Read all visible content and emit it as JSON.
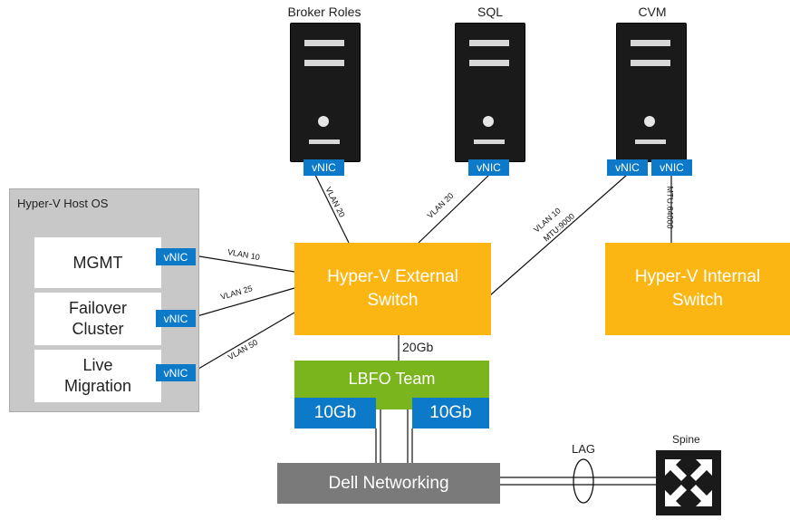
{
  "servers": [
    {
      "name": "Broker Roles",
      "vnics": [
        "vNIC"
      ]
    },
    {
      "name": "SQL",
      "vnics": [
        "vNIC"
      ]
    },
    {
      "name": "CVM",
      "vnics": [
        "vNIC",
        "vNIC"
      ]
    }
  ],
  "host": {
    "title": "Hyper-V Host OS",
    "items": [
      {
        "label": "MGMT",
        "vnic": "vNIC"
      },
      {
        "label": "Failover\nCluster",
        "vnic": "vNIC"
      },
      {
        "label": "Live\nMigration",
        "vnic": "vNIC"
      }
    ]
  },
  "switches": {
    "external": "Hyper-V External\nSwitch",
    "internal": "Hyper-V Internal\nSwitch"
  },
  "team": {
    "label": "LBFO Team",
    "uplink": "20Gb",
    "nics": [
      "10Gb",
      "10Gb"
    ]
  },
  "dell": "Dell Networking",
  "lag": "LAG",
  "spine": "Spine",
  "link_labels": {
    "broker": "VLAN 20",
    "sql": "VLAN 20",
    "cvm_ext_1": "VLAN 10",
    "cvm_ext_2": "MTU:9000",
    "cvm_int": "MTU:64000",
    "mgmt": "VLAN 10",
    "failover": "VLAN 25",
    "live": "VLAN 50"
  },
  "colors": {
    "vnic": "#0d7ac9",
    "switch": "#fcb614",
    "team": "#7ab51d",
    "dell": "#7a7a7a",
    "server": "#1a1a1a",
    "host": "#c8c8c8"
  }
}
